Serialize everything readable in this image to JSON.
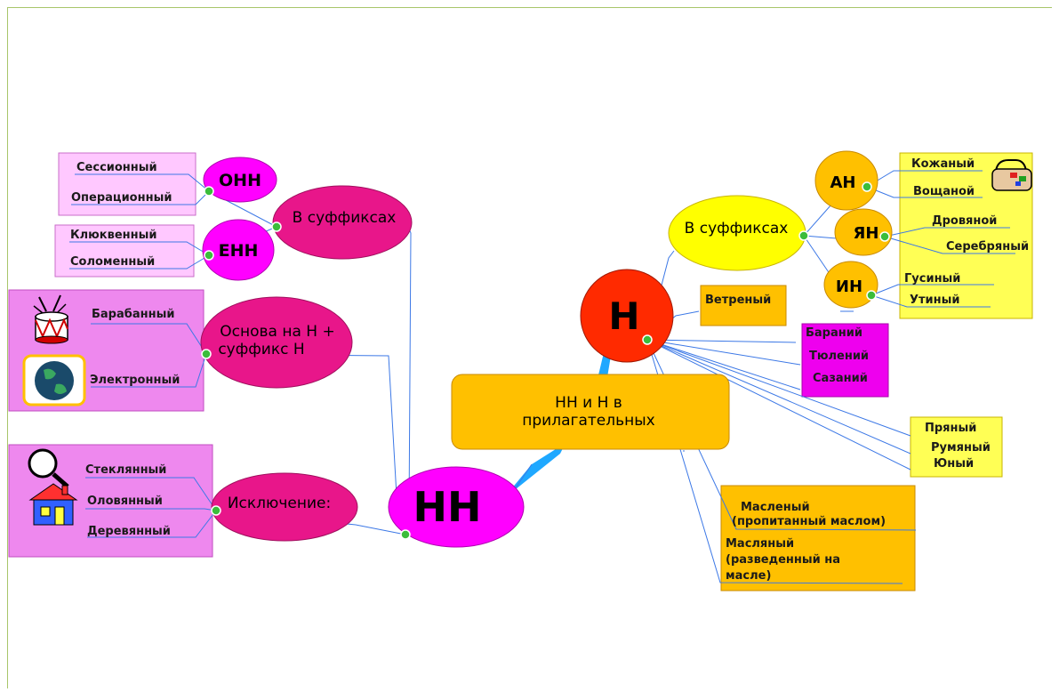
{
  "center": {
    "line1": "НН и Н в",
    "line2": "прилагательных"
  },
  "nn": {
    "label": "НН",
    "suffix": {
      "label": "В суффиксах"
    },
    "onn": {
      "label": "ОНН",
      "words": [
        "Сессионный",
        "Операционный"
      ]
    },
    "enn": {
      "label": "ЕНН",
      "words": [
        "Клюквенный",
        "Соломенный"
      ]
    },
    "osnova": {
      "line1": "Основа на Н +",
      "line2": "суффикс Н",
      "words": [
        "Барабанный",
        "Электронный"
      ]
    },
    "isklyuchenie": {
      "label": "Исключение:",
      "words": [
        "Стеклянный",
        "Оловянный",
        "Деревянный"
      ]
    }
  },
  "n": {
    "label": "Н",
    "suffix": {
      "label": "В суффиксах"
    },
    "an": {
      "label": "АН",
      "words": [
        "Кожаный",
        "Вощаной"
      ]
    },
    "yan": {
      "label": "ЯН",
      "words": [
        "Дровяной",
        "Серебряный"
      ]
    },
    "in": {
      "label": "ИН",
      "words": [
        "Гусиный",
        "Утиный"
      ]
    },
    "vetreny": "Ветреный",
    "iy_words": [
      "Бараний",
      "Тюлений",
      "Сазаний"
    ],
    "other_words": [
      "Пряный",
      "Румяный",
      "Юный"
    ],
    "maslo": {
      "w1_l1": "Масленый",
      "w1_l2": "(пропитанный маслом)",
      "w2_l1": "Масляный",
      "w2_l2": "(разведенный на",
      "w2_l3": "масле)"
    }
  },
  "colors": {
    "magenta": "#ff00ff",
    "crimson": "#e8168a",
    "pink_box": "#ffc8ff",
    "violet_box": "#ee88ee",
    "yellow": "#ffff55",
    "orange": "#ffc000",
    "red": "#ff2a00",
    "line": "#3c78e6"
  },
  "icons": [
    "drum-icon",
    "globe-icon",
    "magnifier-icon",
    "house-icon",
    "suitcase-icon"
  ]
}
